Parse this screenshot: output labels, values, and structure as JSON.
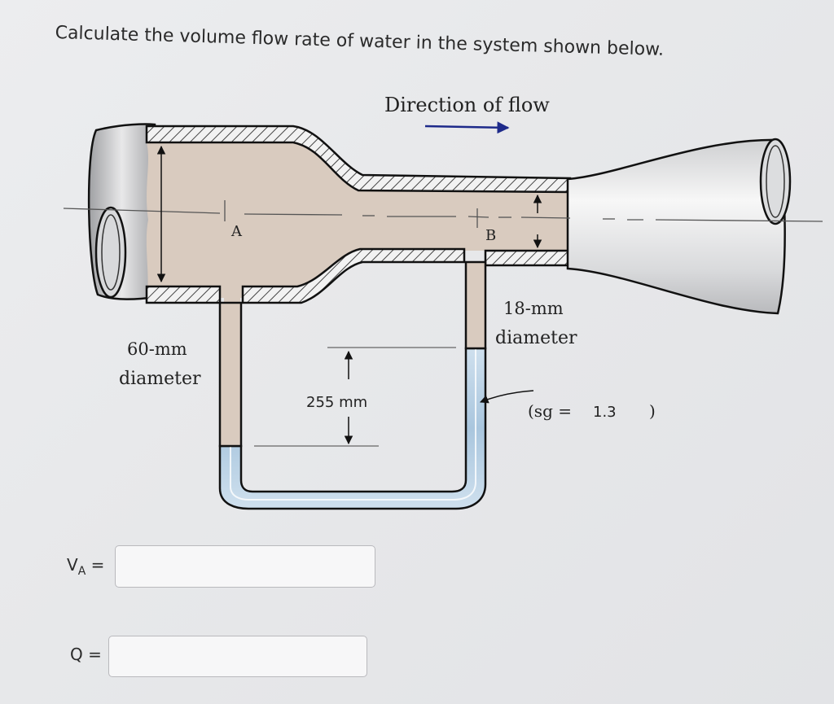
{
  "question": {
    "text": "Calculate the volume flow rate of water in the system shown below."
  },
  "diagram": {
    "direction_label": "Direction of flow",
    "point_a": "A",
    "point_b": "B",
    "pipe_a_diameter_value": "60-mm",
    "pipe_a_diameter_word": "diameter",
    "pipe_b_diameter_value": "18-mm",
    "pipe_b_diameter_word": "diameter",
    "manometer_height": "255 mm",
    "fluid_sg_open": "(sg = ",
    "fluid_sg_value": "1.3",
    "fluid_sg_close": ")"
  },
  "answers": {
    "va_label": "V",
    "va_sub": "A",
    "va_equals": " =",
    "va_value": "",
    "q_label": "Q =",
    "q_value": ""
  }
}
